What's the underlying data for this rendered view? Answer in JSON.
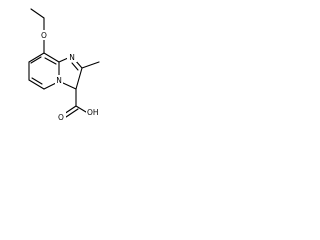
{
  "molecule": {
    "colors": {
      "bond": "#000000",
      "label": "#000000",
      "background": "#ffffff"
    },
    "labels": {
      "ether_oxygen": "O",
      "imidazole_nitrogen": "N",
      "bridgehead_nitrogen": "N",
      "carboxyl_oxygen": "O",
      "hydroxyl": "OH"
    }
  }
}
